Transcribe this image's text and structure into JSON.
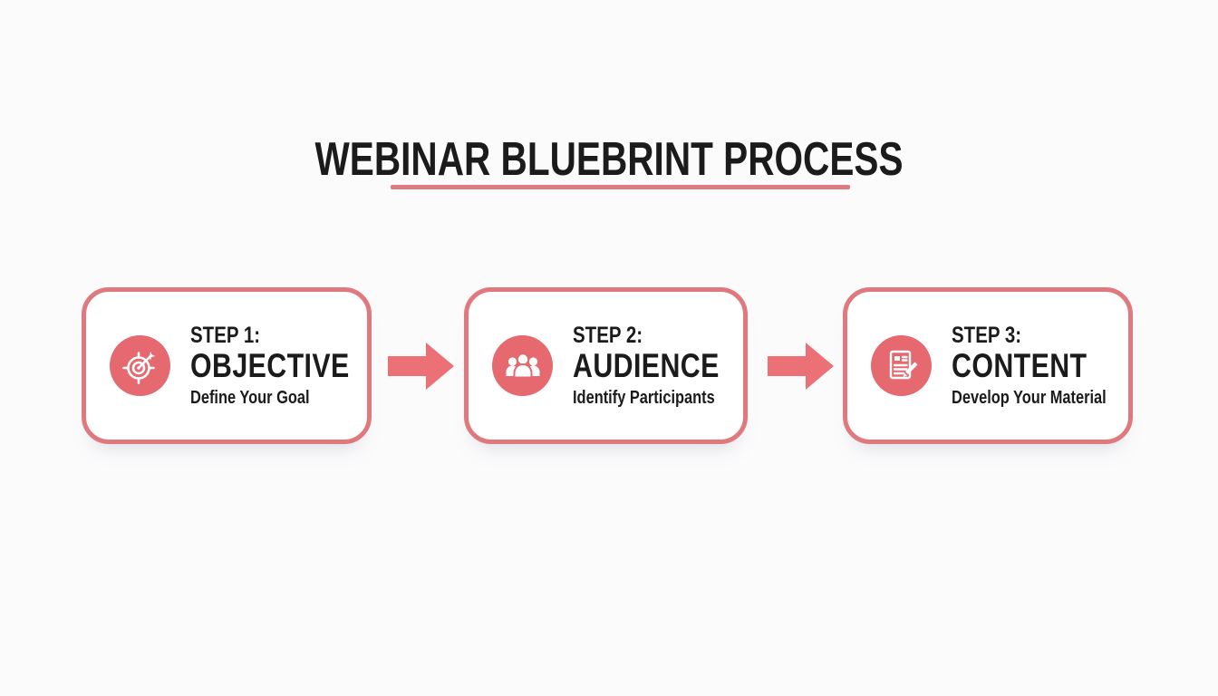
{
  "title": {
    "text": "WEBINAR BLUEBRINT PROCESS"
  },
  "colors": {
    "coral_icon": "#e5696e",
    "coral_border": "#e0797e",
    "coral_underline": "#dd7b81",
    "coral_arrow": "#ec7176",
    "text": "#1b1b1b",
    "card_background": "#ffffff",
    "page_background": "#fbfbfc"
  },
  "steps": [
    {
      "step_label": "STEP 1:",
      "name": "OBJECTIVE",
      "subtitle": "Define Your Goal",
      "icon": "target-icon"
    },
    {
      "step_label": "STEP 2:",
      "name": "AUDIENCE",
      "subtitle": "Identify Participants",
      "icon": "people-icon"
    },
    {
      "step_label": "STEP 3:",
      "name": "CONTENT",
      "subtitle": "Develop Your Material",
      "icon": "document-pencil-icon"
    }
  ],
  "connectors": [
    {
      "icon": "arrow-right-icon"
    },
    {
      "icon": "arrow-right-icon"
    }
  ]
}
